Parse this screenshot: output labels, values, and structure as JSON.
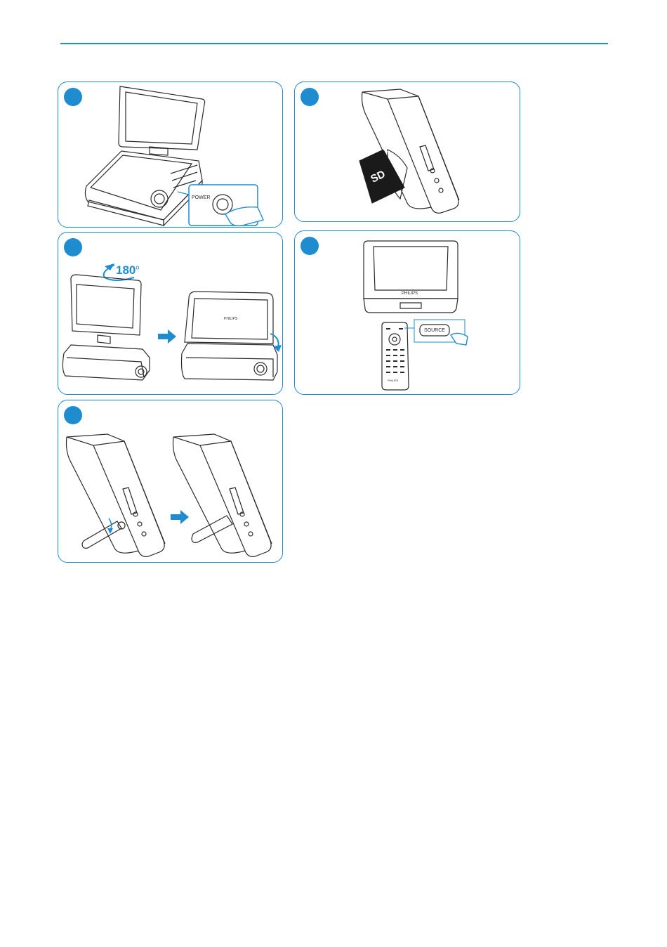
{
  "colors": {
    "accent": "#1e8ccf",
    "line": "#2b2b2b"
  },
  "panels": [
    {
      "id": "power-on",
      "callout": "POWER"
    },
    {
      "id": "insert-sd-card",
      "card_text": "SD"
    },
    {
      "id": "rotate-screen",
      "rotation_label": "180",
      "degree_mark": "o",
      "logo": "PHILIPS"
    },
    {
      "id": "select-source",
      "logo": "PHILIPS",
      "button_label": "SOURCE",
      "remote_logo": "PHILIPS"
    },
    {
      "id": "attach-stand"
    }
  ]
}
